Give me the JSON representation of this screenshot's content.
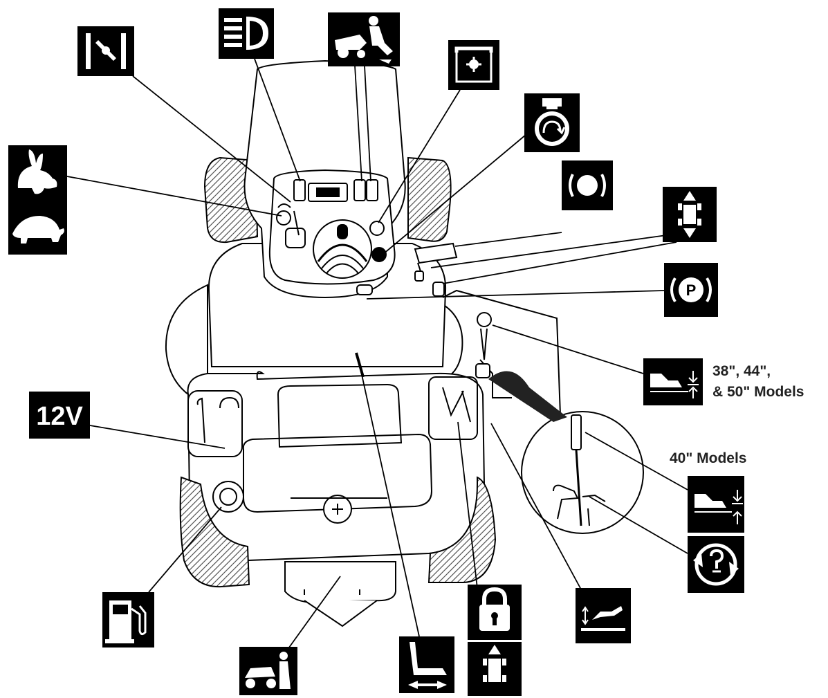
{
  "labels": {
    "voltage_icon_text": "12V",
    "models_38_44_line1": "38\", 44\",",
    "models_38_44_line2": "& 50\" Models",
    "models_40": "40\" Models",
    "parking_brake_letter": "P"
  },
  "icons": [
    "rabbit-fast-icon",
    "turtle-slow-icon",
    "choke-icon",
    "headlight-icon",
    "mower-attachment-icon",
    "pto-icon",
    "ignition-engine-icon",
    "brake-pedal-icon",
    "forward-reverse-pedal-icon",
    "parking-brake-icon",
    "deck-height-icon",
    "deck-height-40-icon",
    "cruise-control-icon",
    "12v-outlet-icon",
    "fuel-icon",
    "mower-accessory-icon",
    "seat-adjust-icon",
    "lock-icon",
    "drive-lock-icon",
    "deck-lift-lever-icon"
  ],
  "colors": {
    "icon_bg": "#000000",
    "line": "#000000",
    "tractor_fill": "#ffffff",
    "text": "#222222"
  }
}
